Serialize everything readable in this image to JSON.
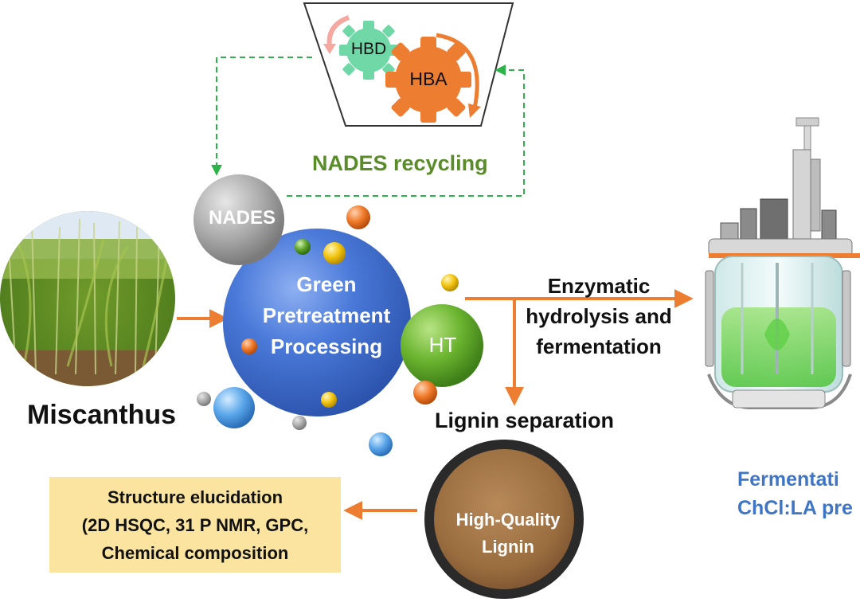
{
  "labels": {
    "miscanthus": "Miscanthus",
    "nades_recycling": "NADES recycling",
    "nades": "NADES",
    "hbd": "HBD",
    "hba": "HBA",
    "green_pretreatment": [
      "Green",
      "Pretreatment",
      "Processing"
    ],
    "ht": "HT",
    "enzymatic": [
      "Enzymatic",
      "hydrolysis and",
      "fermentation"
    ],
    "lignin_separation": "Lignin separation",
    "high_quality_lignin": [
      "High-Quality",
      "Lignin"
    ],
    "structure_elucidation": [
      "Structure elucidation",
      "(2D HSQC, 31 P NMR, GPC,",
      "Chemical composition"
    ],
    "fermentation_note": [
      "Fermentati",
      "ChCl:LA pre"
    ]
  },
  "colors": {
    "arrow": "#ed7d31",
    "recycle_dashed": "#2db34a",
    "nades_recycling_text": "#5b8c2a",
    "blue_sphere": "#3f6fd1",
    "ht_sphere": "#6ab42f",
    "hba_gear": "#ed7d31",
    "hbd_gear": "#6fd8a6",
    "label_box": "#fbe3a0",
    "fermentation_text": "#3f75c6"
  }
}
